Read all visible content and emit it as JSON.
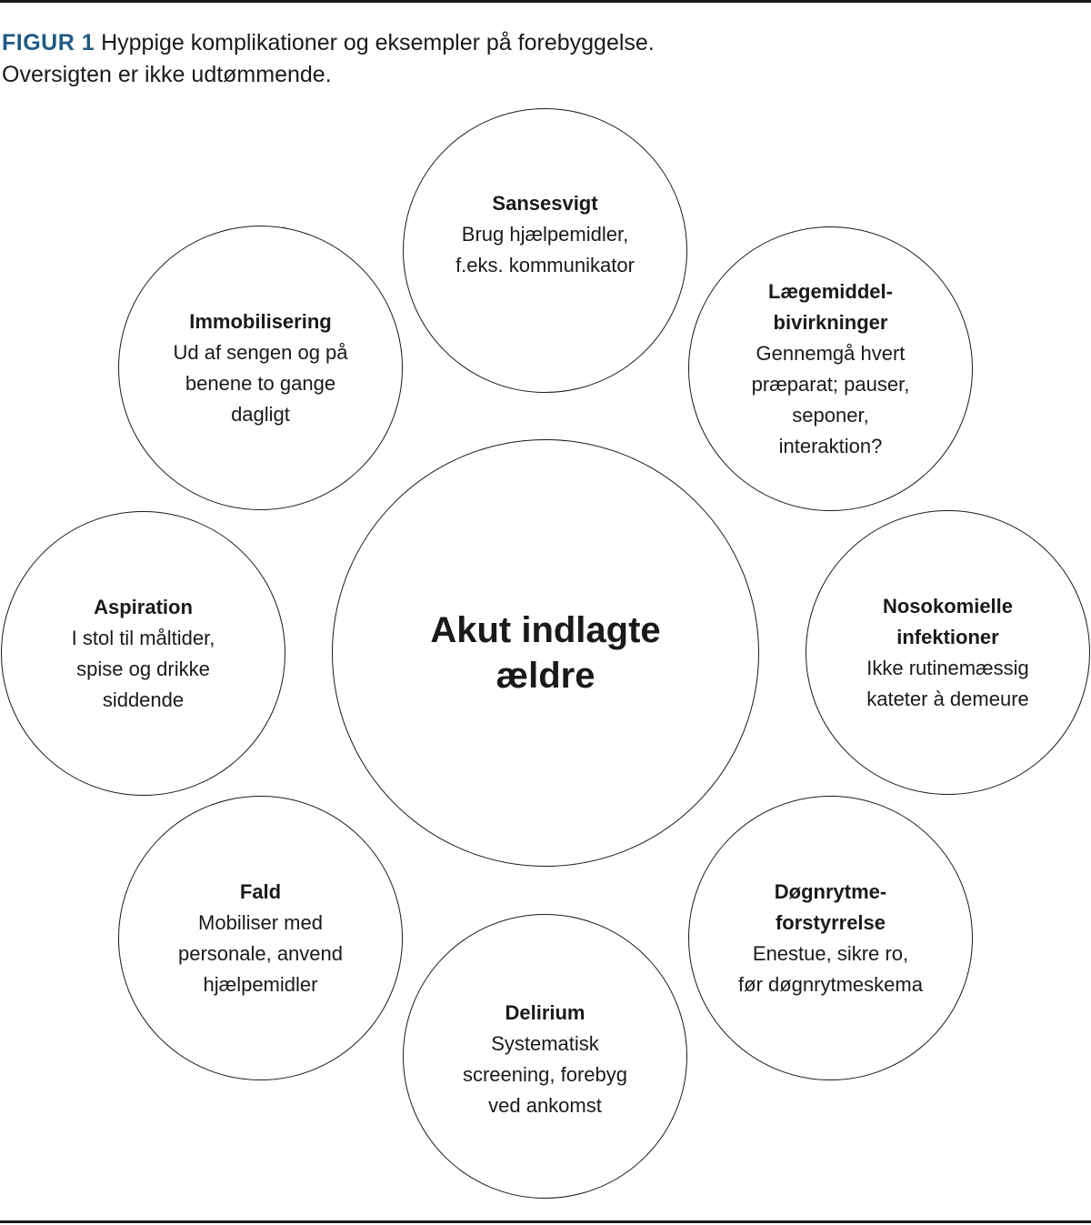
{
  "figure": {
    "label": "FIGUR 1",
    "caption_line1": "Hyppige komplikationer og eksempler på forebyggelse.",
    "caption_line2": "Oversigten er ikke udtømmende."
  },
  "center": {
    "title": "Akut indlagte\nældre"
  },
  "nodes": [
    {
      "id": "sansesvigt",
      "title": "Sansesvigt",
      "text": "Brug hjælpemidler,\nf.eks. kommunikator"
    },
    {
      "id": "laegemiddel",
      "title": "Lægemiddel-\nbivirkninger",
      "text": "Gennemgå hvert\npræparat; pauser,\nseponer,\ninteraktion?"
    },
    {
      "id": "nosokomielle",
      "title": "Nosokomielle\ninfektioner",
      "text": "Ikke rutinemæssig\nkateter à demeure"
    },
    {
      "id": "doegnrytme",
      "title": "Døgnrytme-\nforstyrrelse",
      "text": "Enestue, sikre ro,\nfør døgnrytmeskema"
    },
    {
      "id": "delirium",
      "title": "Delirium",
      "text": "Systematisk\nscreening, forebyg\nved ankomst"
    },
    {
      "id": "fald",
      "title": "Fald",
      "text": "Mobiliser med\npersonale, anvend\nhjælpemidler"
    },
    {
      "id": "aspiration",
      "title": "Aspiration",
      "text": "I stol til måltider,\nspise og drikke\nsiddende"
    },
    {
      "id": "immobilisering",
      "title": "Immobilisering",
      "text": "Ud af sengen og på\nbenene to gange\ndagligt"
    }
  ],
  "colors": {
    "figure_label": "#1f5a85",
    "stroke": "#1a1a1a",
    "text": "#1a1a1a"
  }
}
